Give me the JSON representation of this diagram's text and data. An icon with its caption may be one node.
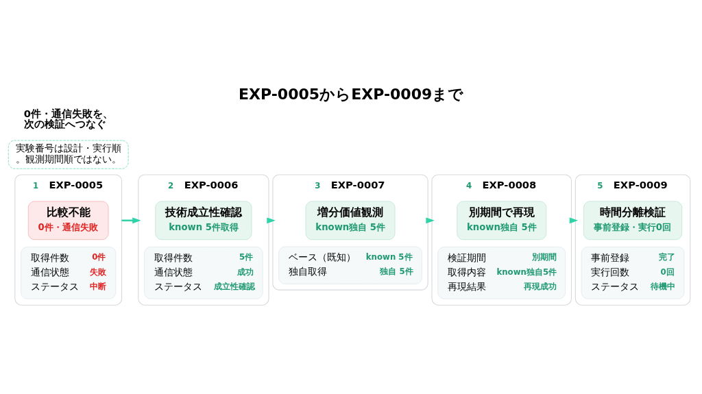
{
  "diagram": {
    "title": "EXP-0005からEXP-0009まで",
    "nodes": [
      {
        "text": [
          "1",
          "EXP-0005"
        ]
      },
      {
        "text": [
          "比較不能",
          "0件・通信失敗"
        ],
        "in": 0
      },
      {
        "text": [
          "取得件数",
          "0件",
          "通信状態",
          "失敗",
          "ステータス",
          "中断"
        ],
        "in": 0
      },
      {
        "text": [
          "2",
          "EXP-0006"
        ]
      },
      {
        "text": [
          "技術成立性確認",
          "known 5件取得"
        ],
        "in": 3
      },
      {
        "text": [
          "取得件数",
          "5件",
          "通信状態",
          "成功",
          "ステータス",
          "成立性確認"
        ],
        "in": 3
      },
      {
        "text": [
          "3",
          "EXP-0007"
        ]
      },
      {
        "text": [
          "増分価値観測",
          "known独自 5件"
        ],
        "in": 6
      },
      {
        "text": [
          "ベース（既知）",
          "known 5件",
          "独自取得",
          "独自 5件"
        ],
        "in": 6
      },
      {
        "text": [
          "4",
          "EXP-0008"
        ]
      },
      {
        "text": [
          "別期間で再現",
          "known独自 5件"
        ],
        "in": 9
      },
      {
        "text": [
          "検証期間",
          "別期間",
          "取得内容",
          "known独自5件",
          "再現結果",
          "再現成功"
        ],
        "in": 9
      },
      {
        "text": [
          "5",
          "EXP-0009"
        ]
      },
      {
        "text": [
          "時間分離検証",
          "事前登録・実行0回"
        ],
        "in": 12
      },
      {
        "text": [
          "事前登録",
          "完了",
          "実行回数",
          "0回",
          "ステータス",
          "待機中"
        ],
        "in": 12
      },
      {
        "text": [
          "実験番号は設計・実行順。観測期間順ではない。"
        ]
      }
    ],
    "edges": [
      {
        "from": 0,
        "to": 3,
        "arrow": "to"
      },
      {
        "from": 3,
        "to": 6,
        "arrow": "to"
      },
      {
        "from": 6,
        "to": 9,
        "arrow": "to"
      },
      {
        "from": 9,
        "to": 12,
        "arrow": "to"
      }
    ],
    "labels": [
      "0件・通信失敗を、次の検証へつなぐ"
    ]
  }
}
